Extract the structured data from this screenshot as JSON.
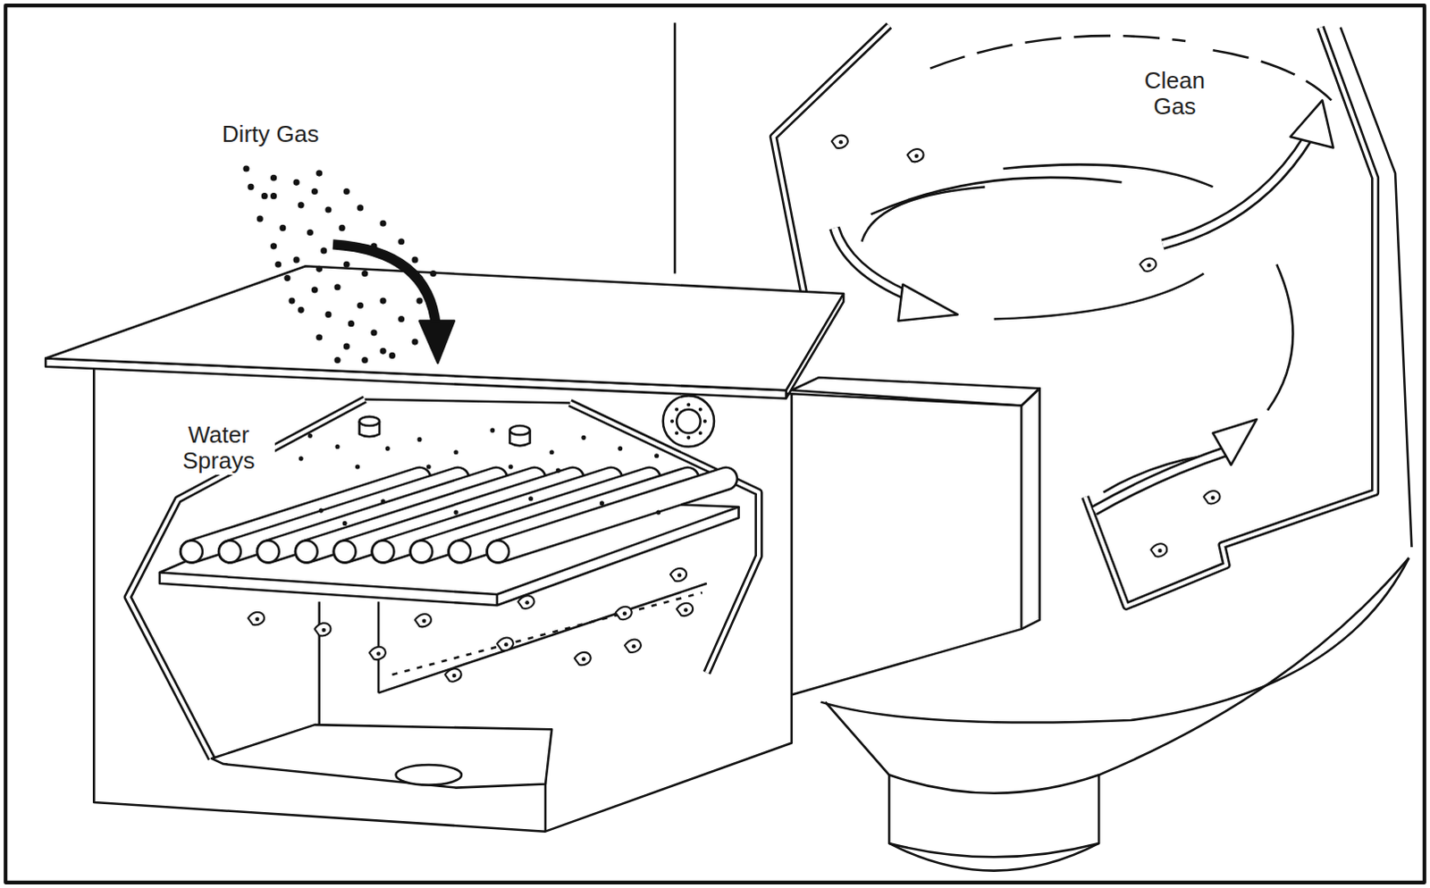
{
  "diagram": {
    "labels": [
      "Dirty Gas",
      "Water Sprays",
      "Clean Gas"
    ]
  }
}
